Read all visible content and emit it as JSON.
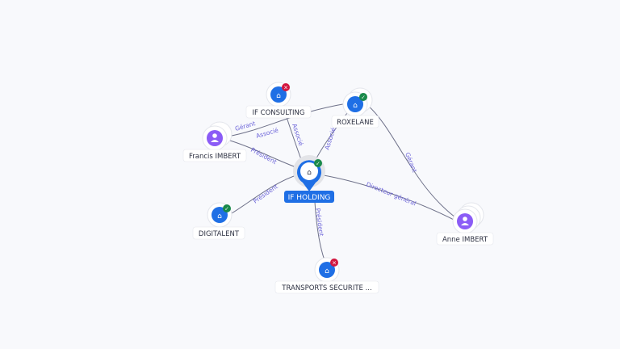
{
  "nodes": {
    "if_consulting": {
      "label": "IF CONSULTING",
      "type": "company",
      "status": "inactive"
    },
    "roxelane": {
      "label": "ROXELANE",
      "type": "company",
      "status": "active"
    },
    "francis": {
      "label": "Francis IMBERT",
      "type": "person"
    },
    "if_holding": {
      "label": "IF HOLDING",
      "type": "company",
      "status": "active",
      "focus": true
    },
    "digitalent": {
      "label": "DIGITALENT",
      "type": "company",
      "status": "active"
    },
    "transports": {
      "label": "TRANSPORTS SECURITE ...",
      "type": "company",
      "status": "inactive"
    },
    "anne": {
      "label": "Anne IMBERT",
      "type": "person"
    }
  },
  "edges": {
    "francis_roxelane_1": "Gérant",
    "francis_roxelane_2": "Associé",
    "francis_holding": "Président",
    "consulting_holding": "Associé",
    "roxelane_holding": "Associé",
    "roxelane_anne": "Gérant",
    "holding_anne": "Directeur général",
    "holding_digitalent": "Président",
    "holding_transports": "Président"
  },
  "colors": {
    "company": "#1f6fe5",
    "person": "#8b5cf6",
    "active": "#1a8a4a",
    "inactive": "#d2163f",
    "edge_label": "#6b63d9"
  }
}
